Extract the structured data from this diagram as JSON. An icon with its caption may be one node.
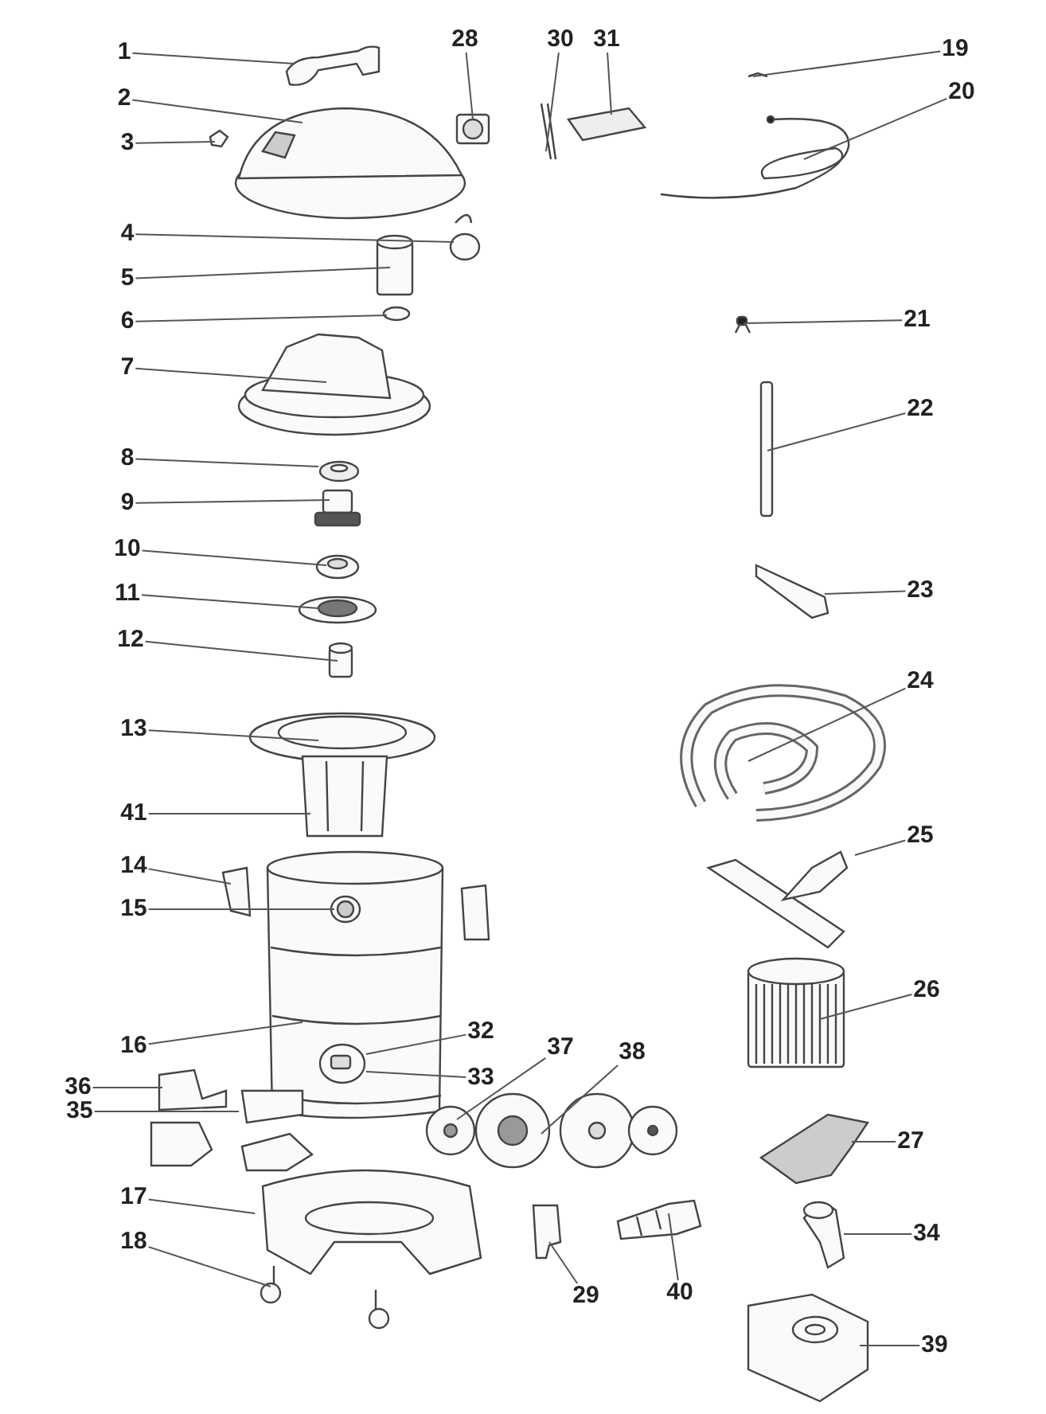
{
  "diagram": {
    "nodes": [
      {
        "text": [
          "1"
        ]
      },
      {
        "text": [
          "28"
        ]
      },
      {
        "text": [
          "30"
        ]
      },
      {
        "text": [
          "31"
        ]
      },
      {
        "text": [
          "19"
        ]
      },
      {
        "text": [
          "2"
        ]
      },
      {
        "text": [
          "20"
        ]
      },
      {
        "text": [
          "3"
        ]
      },
      {
        "text": [
          "4"
        ]
      },
      {
        "text": [
          "5"
        ]
      },
      {
        "text": [
          "6"
        ]
      },
      {
        "text": [
          "21"
        ]
      },
      {
        "text": [
          "7"
        ]
      },
      {
        "text": [
          "22"
        ]
      },
      {
        "text": [
          "8"
        ]
      },
      {
        "text": [
          "9"
        ]
      },
      {
        "text": [
          "10"
        ]
      },
      {
        "text": [
          "23"
        ]
      },
      {
        "text": [
          "11"
        ]
      },
      {
        "text": [
          "12"
        ]
      },
      {
        "text": [
          "24"
        ]
      },
      {
        "text": [
          "13"
        ]
      },
      {
        "text": [
          "41"
        ]
      },
      {
        "text": [
          "25"
        ]
      },
      {
        "text": [
          "14"
        ]
      },
      {
        "text": [
          "15"
        ]
      },
      {
        "text": [
          "26"
        ]
      },
      {
        "text": [
          "16"
        ]
      },
      {
        "text": [
          "32"
        ]
      },
      {
        "text": [
          "36"
        ]
      },
      {
        "text": [
          "33"
        ]
      },
      {
        "text": [
          "37"
        ]
      },
      {
        "text": [
          "38"
        ]
      },
      {
        "text": [
          "35"
        ]
      },
      {
        "text": [
          "27"
        ]
      },
      {
        "text": [
          "17"
        ]
      },
      {
        "text": [
          "34"
        ]
      },
      {
        "text": [
          "18"
        ]
      },
      {
        "text": [
          "29"
        ]
      },
      {
        "text": [
          "40"
        ]
      },
      {
        "text": [
          "39"
        ]
      }
    ],
    "edges": [
      {
        "from": 0,
        "to": null,
        "arrow": "none"
      },
      {
        "from": 1,
        "to": null,
        "arrow": "none"
      },
      {
        "from": 2,
        "to": null,
        "arrow": "none"
      },
      {
        "from": 3,
        "to": null,
        "arrow": "none"
      },
      {
        "from": 4,
        "to": null,
        "arrow": "none"
      },
      {
        "from": 5,
        "to": null,
        "arrow": "none"
      },
      {
        "from": 6,
        "to": null,
        "arrow": "none"
      },
      {
        "from": 7,
        "to": null,
        "arrow": "none"
      },
      {
        "from": 8,
        "to": null,
        "arrow": "none"
      },
      {
        "from": 9,
        "to": null,
        "arrow": "none"
      },
      {
        "from": 10,
        "to": null,
        "arrow": "none"
      },
      {
        "from": 11,
        "to": null,
        "arrow": "none"
      },
      {
        "from": 12,
        "to": null,
        "arrow": "none"
      },
      {
        "from": 13,
        "to": null,
        "arrow": "none"
      },
      {
        "from": 14,
        "to": null,
        "arrow": "none"
      },
      {
        "from": 15,
        "to": null,
        "arrow": "none"
      },
      {
        "from": 16,
        "to": null,
        "arrow": "none"
      },
      {
        "from": 17,
        "to": null,
        "arrow": "none"
      },
      {
        "from": 18,
        "to": null,
        "arrow": "none"
      },
      {
        "from": 19,
        "to": null,
        "arrow": "none"
      },
      {
        "from": 20,
        "to": null,
        "arrow": "none"
      },
      {
        "from": 21,
        "to": null,
        "arrow": "none"
      },
      {
        "from": 22,
        "to": null,
        "arrow": "none"
      },
      {
        "from": 23,
        "to": null,
        "arrow": "none"
      },
      {
        "from": 24,
        "to": null,
        "arrow": "none"
      },
      {
        "from": 25,
        "to": null,
        "arrow": "none"
      },
      {
        "from": 26,
        "to": null,
        "arrow": "none"
      },
      {
        "from": 27,
        "to": null,
        "arrow": "none"
      },
      {
        "from": 28,
        "to": null,
        "arrow": "none"
      },
      {
        "from": 29,
        "to": null,
        "arrow": "none"
      },
      {
        "from": 30,
        "to": null,
        "arrow": "none"
      },
      {
        "from": 31,
        "to": null,
        "arrow": "none"
      },
      {
        "from": 32,
        "to": null,
        "arrow": "none"
      },
      {
        "from": 33,
        "to": null,
        "arrow": "none"
      },
      {
        "from": 34,
        "to": null,
        "arrow": "none"
      },
      {
        "from": 35,
        "to": null,
        "arrow": "none"
      },
      {
        "from": 36,
        "to": null,
        "arrow": "none"
      },
      {
        "from": 37,
        "to": null,
        "arrow": "none"
      },
      {
        "from": 38,
        "to": null,
        "arrow": "none"
      },
      {
        "from": 39,
        "to": null,
        "arrow": "none"
      },
      {
        "from": 40,
        "to": null,
        "arrow": "none"
      }
    ]
  }
}
